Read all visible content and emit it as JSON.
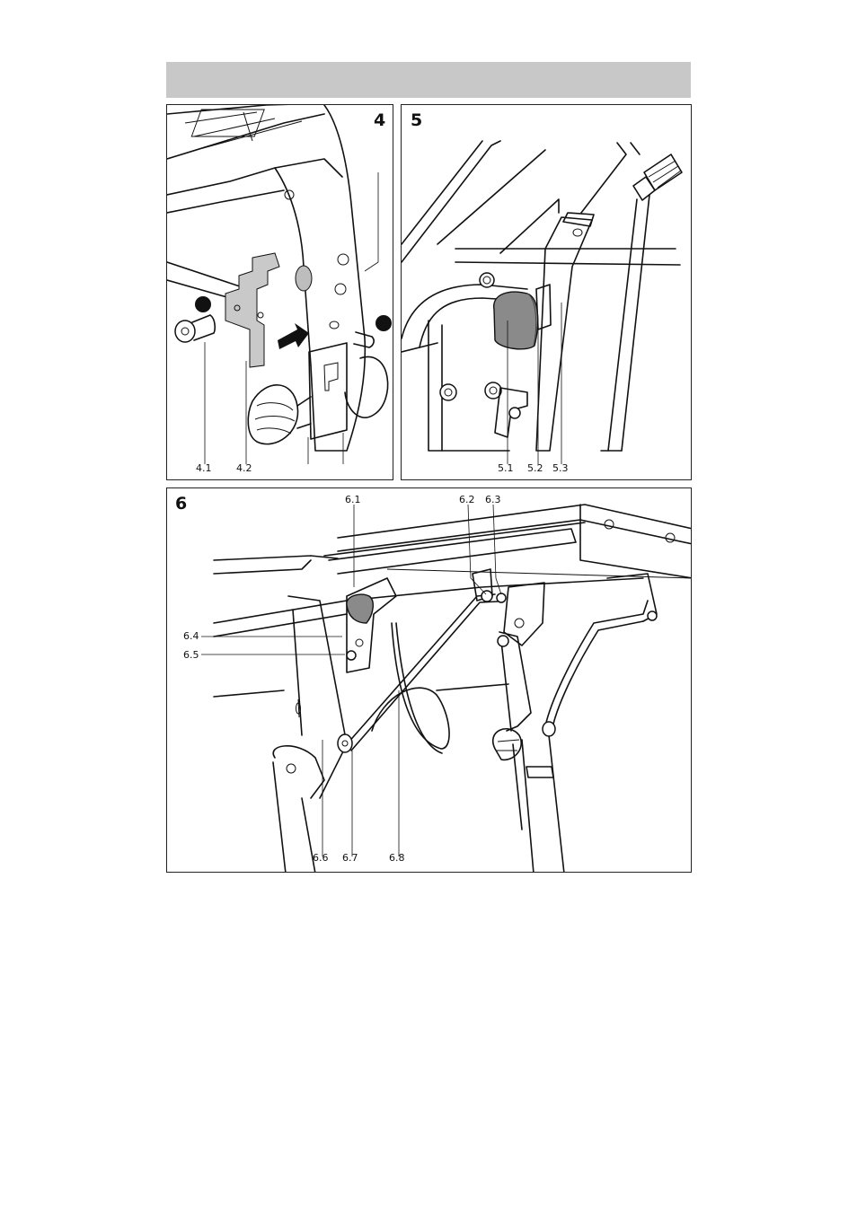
{
  "figures": [
    {
      "number": "4",
      "labels": [
        "4.1",
        "4.2"
      ]
    },
    {
      "number": "5",
      "labels": [
        "5.1",
        "5.2",
        "5.3"
      ]
    },
    {
      "number": "6",
      "labels": [
        "6.1",
        "6.2",
        "6.3",
        "6.4",
        "6.5",
        "6.6",
        "6.7",
        "6.8"
      ]
    }
  ]
}
